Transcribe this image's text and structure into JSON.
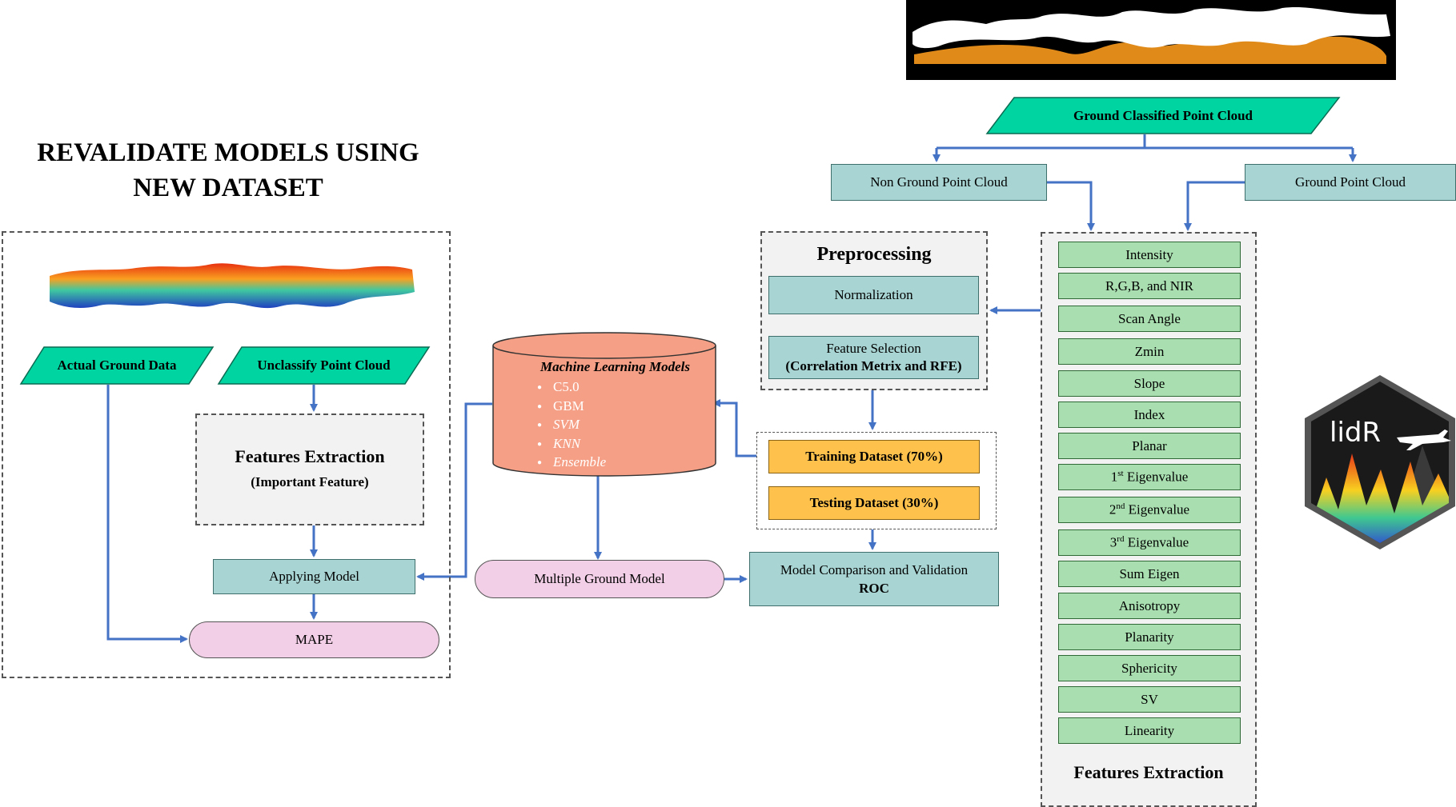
{
  "left": {
    "title_line1": "REVALIDATE MODELS USING",
    "title_line2": "NEW DATASET",
    "actual_ground": "Actual Ground Data",
    "unclassify": "Unclassify Point Cloud",
    "features_title": "Features Extraction",
    "features_sub": "(Important Feature)",
    "applying": "Applying Model",
    "mape": "MAPE"
  },
  "ml": {
    "title": "Machine Learning Models",
    "items": [
      "C5.0",
      "GBM",
      "SVM",
      "KNN",
      "Ensemble"
    ]
  },
  "middle": {
    "multiple": "Multiple Ground Model",
    "comparison_line1": "Model Comparison and Validation",
    "comparison_line2": "ROC",
    "training": "Training Dataset (70%)",
    "testing": "Testing Dataset (30%)"
  },
  "pre": {
    "title": "Preprocessing",
    "normalization": "Normalization",
    "fs_line1": "Feature Selection",
    "fs_line2": "(Correlation Metrix and RFE)"
  },
  "top": {
    "ground_classified": "Ground Classified Point Cloud",
    "non_ground": "Non Ground Point Cloud",
    "ground": "Ground Point Cloud"
  },
  "features": {
    "title": "Features Extraction",
    "items": [
      {
        "text": "Intensity",
        "sup": "",
        "rest": ""
      },
      {
        "text": "R,G,B, and NIR",
        "sup": "",
        "rest": ""
      },
      {
        "text": "Scan Angle",
        "sup": "",
        "rest": ""
      },
      {
        "text": "Zmin",
        "sup": "",
        "rest": ""
      },
      {
        "text": "Slope",
        "sup": "",
        "rest": ""
      },
      {
        "text": "Index",
        "sup": "",
        "rest": ""
      },
      {
        "text": "Planar",
        "sup": "",
        "rest": ""
      },
      {
        "text": "1",
        "sup": "st",
        "rest": " Eigenvalue"
      },
      {
        "text": "2",
        "sup": "nd",
        "rest": " Eigenvalue"
      },
      {
        "text": "3",
        "sup": "rd",
        "rest": " Eigenvalue"
      },
      {
        "text": "Sum Eigen",
        "sup": "",
        "rest": ""
      },
      {
        "text": "Anisotropy",
        "sup": "",
        "rest": ""
      },
      {
        "text": "Planarity",
        "sup": "",
        "rest": ""
      },
      {
        "text": "Sphericity",
        "sup": "",
        "rest": ""
      },
      {
        "text": "SV",
        "sup": "",
        "rest": ""
      },
      {
        "text": "Linearity",
        "sup": "",
        "rest": ""
      }
    ]
  },
  "logo": {
    "text": "lidR"
  },
  "colors": {
    "teal": "#a8d5d3",
    "green": "#a9dfb0",
    "orange": "#fec24c",
    "pink": "#f2cfe6",
    "parallelogram": "#00d4a0",
    "cylinder": "#f5a086",
    "arrow": "#4472c4"
  }
}
